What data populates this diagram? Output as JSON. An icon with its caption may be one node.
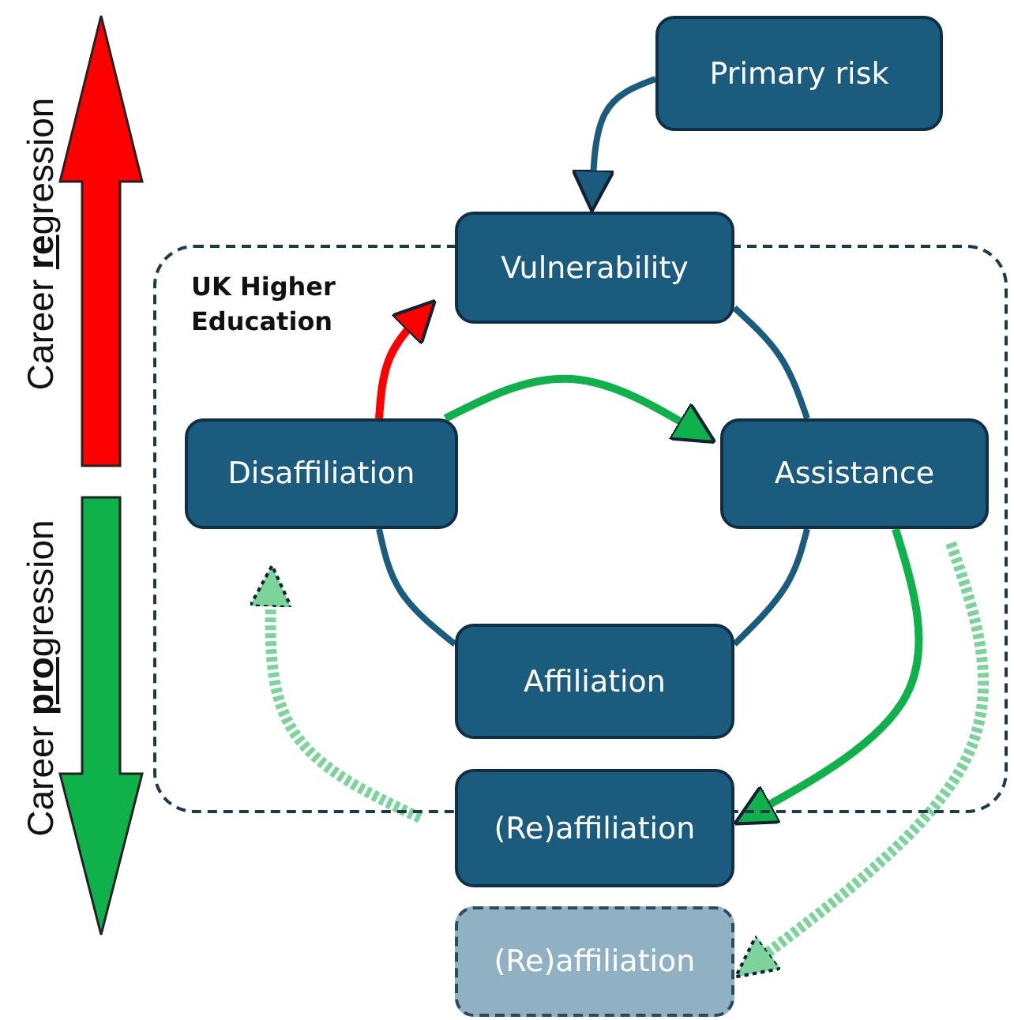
{
  "diagram": {
    "nodes": [
      {
        "text": [
          "UK Higher Education"
        ]
      },
      {
        "text": [
          "Primary risk"
        ]
      },
      {
        "text": [
          "Vulnerability"
        ]
      },
      {
        "text": [
          "Disaffiliation"
        ],
        "in": 0
      },
      {
        "text": [
          "Assistance"
        ],
        "in": 0
      },
      {
        "text": [
          "Affiliation"
        ],
        "in": 0
      },
      {
        "text": [
          "(Re)affiliation"
        ]
      },
      {
        "text": [
          "(Re)affiliation"
        ]
      }
    ],
    "edges": [
      {
        "from": 1,
        "to": 2,
        "arrow": "to"
      },
      {
        "from": 2,
        "to": 4,
        "arrow": "none"
      },
      {
        "from": 4,
        "to": 5,
        "arrow": "none"
      },
      {
        "from": 5,
        "to": 3,
        "arrow": "none"
      },
      {
        "from": 3,
        "to": 2,
        "arrow": "to",
        "color": "#ff0000"
      },
      {
        "from": 3,
        "to": 4,
        "arrow": "to",
        "color": "#0fb14a"
      },
      {
        "from": 4,
        "to": 6,
        "arrow": "to",
        "color": "#0fb14a"
      },
      {
        "from": 4,
        "to": 7,
        "arrow": "to",
        "style": "dashed",
        "color": "#7dd49b"
      },
      {
        "from": 6,
        "to": 3,
        "arrow": "to",
        "style": "dashed",
        "color": "#7dd49b"
      }
    ],
    "labels": [
      "Career **re**gression",
      "Career **pro**gression"
    ]
  }
}
